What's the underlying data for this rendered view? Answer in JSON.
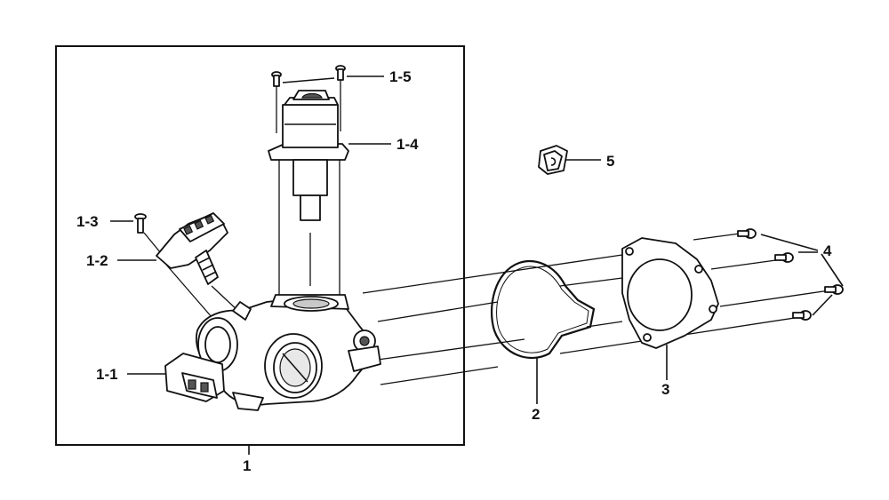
{
  "callouts": [
    {
      "id": "1",
      "label": "1"
    },
    {
      "id": "1-1",
      "label": "1-1"
    },
    {
      "id": "1-2",
      "label": "1-2"
    },
    {
      "id": "1-3",
      "label": "1-3"
    },
    {
      "id": "1-4",
      "label": "1-4"
    },
    {
      "id": "1-5",
      "label": "1-5"
    },
    {
      "id": "2",
      "label": "2"
    },
    {
      "id": "3",
      "label": "3"
    },
    {
      "id": "4",
      "label": "4"
    },
    {
      "id": "5",
      "label": "5"
    }
  ]
}
